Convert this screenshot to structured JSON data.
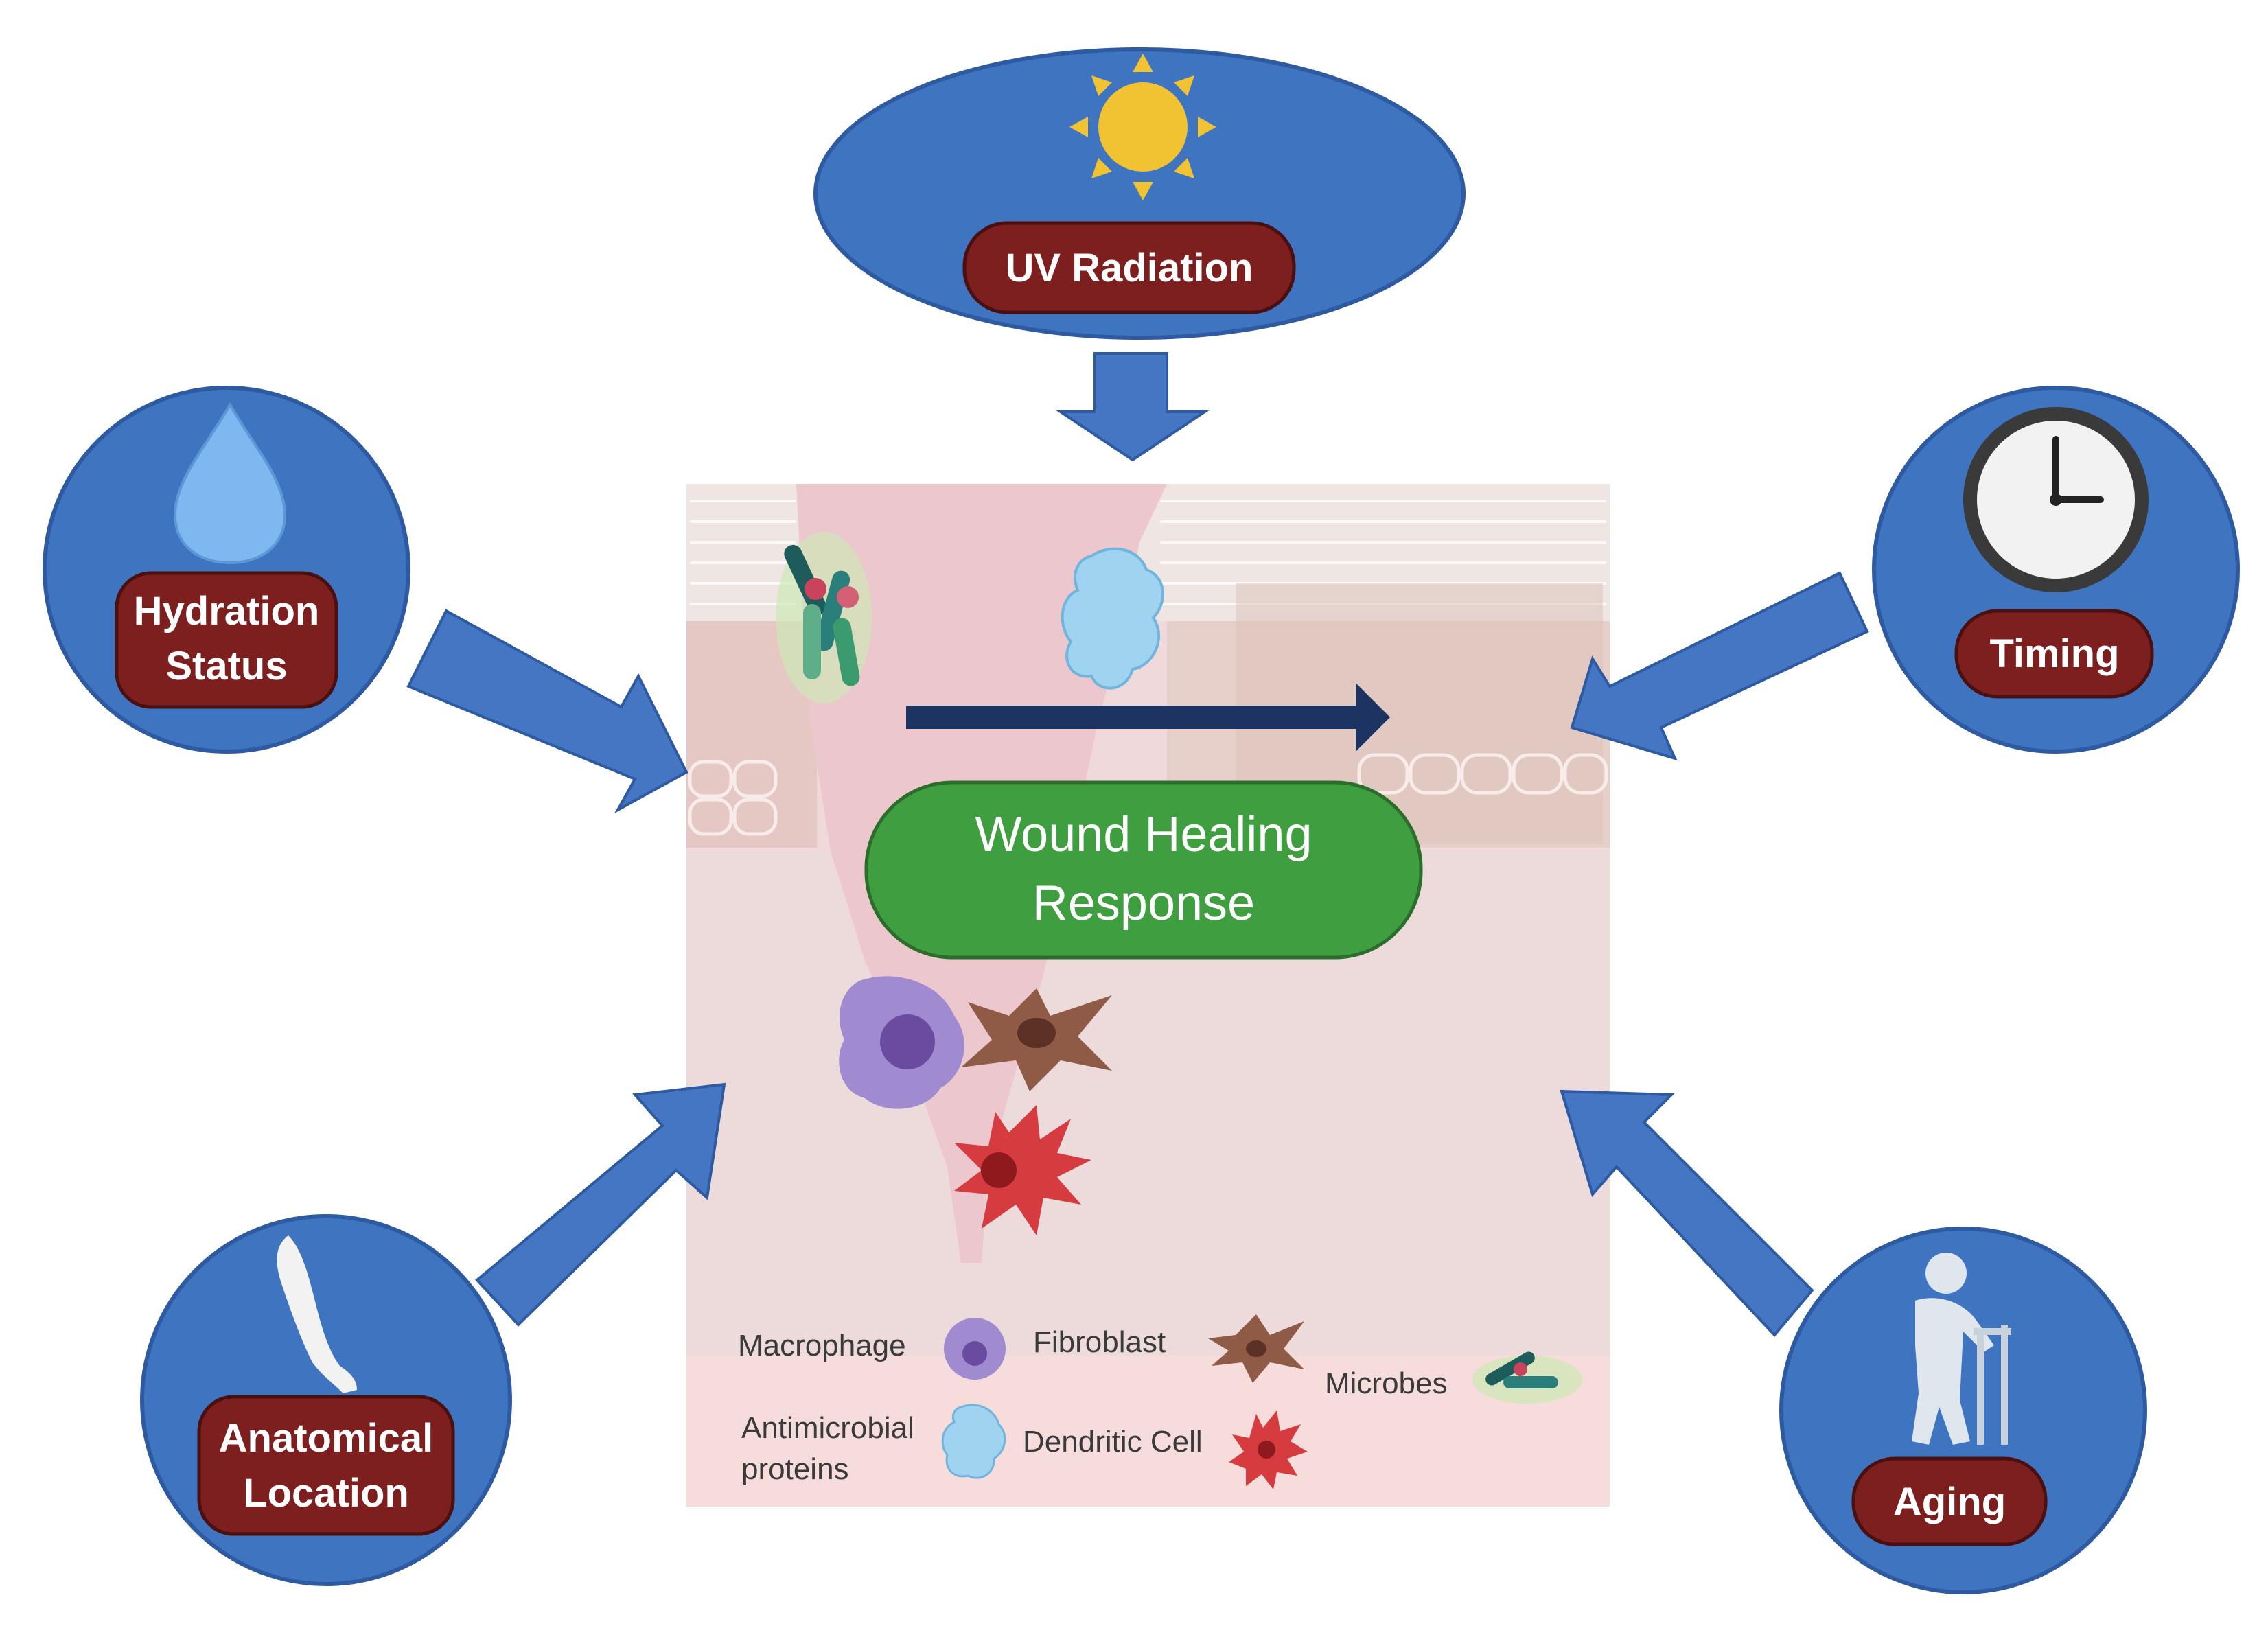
{
  "center": {
    "title_line1": "Wound Healing",
    "title_line2": "Response"
  },
  "factors": {
    "uv": {
      "label": "UV Radiation",
      "icon": "sun-icon"
    },
    "hydration": {
      "line1": "Hydration",
      "line2": "Status",
      "icon": "water-drop-icon"
    },
    "timing": {
      "label": "Timing",
      "icon": "clock-icon"
    },
    "anatomical": {
      "line1": "Anatomical",
      "line2": "Location",
      "icon": "arm-icon"
    },
    "aging": {
      "label": "Aging",
      "icon": "elderly-walker-icon"
    }
  },
  "legend": {
    "macrophage": "Macrophage",
    "fibroblast": "Fibroblast",
    "microbes": "Microbes",
    "antimicrobial_line1": "Antimicrobial",
    "antimicrobial_line2": "proteins",
    "dendritic": "Dendritic Cell"
  },
  "colors": {
    "factor_fill": "#3f74c1",
    "label_fill": "#7d1f1f",
    "arrow_fill": "#4476c4",
    "center_fill": "#3f9e3f",
    "skin_pink": "#f2d3d6",
    "dark_arrow": "#1d3463"
  }
}
